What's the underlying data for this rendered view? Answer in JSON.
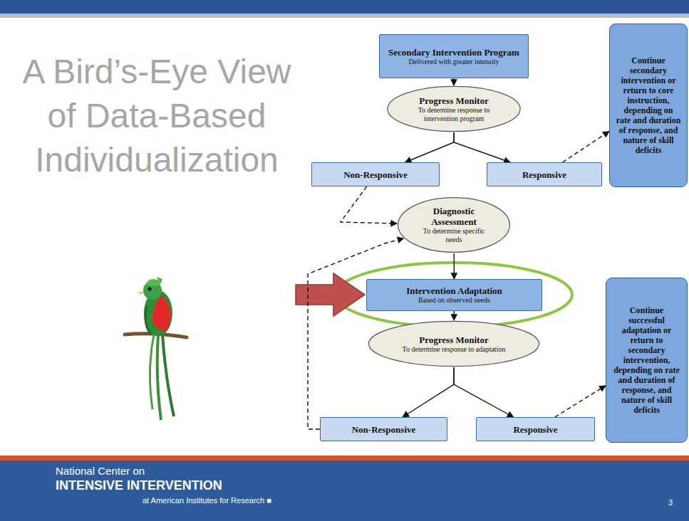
{
  "diagram": {
    "title": "A Bird’s-Eye View of Data-Based Individualization",
    "nodes": [
      {
        "text": [
          "Secondary Intervention Program",
          "Delivered with greater intensity"
        ]
      },
      {
        "text": [
          "Continue secondary intervention or return to core instruction, depending on rate and duration of response, and nature of skill deficits"
        ]
      },
      {
        "text": [
          "Progress Monitor",
          "To determine response to intervention program"
        ]
      },
      {
        "text": [
          "Non-Responsive"
        ]
      },
      {
        "text": [
          "Responsive"
        ]
      },
      {
        "text": [
          "Diagnostic Assessment",
          "To determine specific needs"
        ]
      },
      {
        "text": [
          "Intervention Adaptation",
          "Based on observed needs"
        ]
      },
      {
        "text": [
          "Continue successful adaptation or return to secondary intervention, depending on rate and duration of response, and nature of skill deficits"
        ]
      },
      {
        "text": [
          "Progress Monitor",
          "To determine response to adaptation"
        ]
      },
      {
        "text": [
          "Non-Responsive"
        ]
      },
      {
        "text": [
          "Responsive"
        ]
      }
    ],
    "edges": [
      {
        "from": 0,
        "to": 2,
        "arrow": "to"
      },
      {
        "from": 2,
        "to": 3,
        "arrow": "to"
      },
      {
        "from": 2,
        "to": 4,
        "arrow": "to"
      },
      {
        "from": 4,
        "to": 1,
        "arrow": "to"
      },
      {
        "from": 3,
        "to": 5,
        "arrow": "to"
      },
      {
        "from": 5,
        "to": 6,
        "arrow": "to"
      },
      {
        "from": 6,
        "to": 8,
        "arrow": "to"
      },
      {
        "from": 8,
        "to": 9,
        "arrow": "to"
      },
      {
        "from": 8,
        "to": 10,
        "arrow": "to"
      },
      {
        "from": 9,
        "to": 5,
        "arrow": "to"
      },
      {
        "from": 10,
        "to": 7,
        "arrow": "to"
      }
    ],
    "labels": [
      "National Center on",
      "INTENSIVE INTERVENTION",
      "at American Institutes for Research ■",
      "3"
    ]
  }
}
